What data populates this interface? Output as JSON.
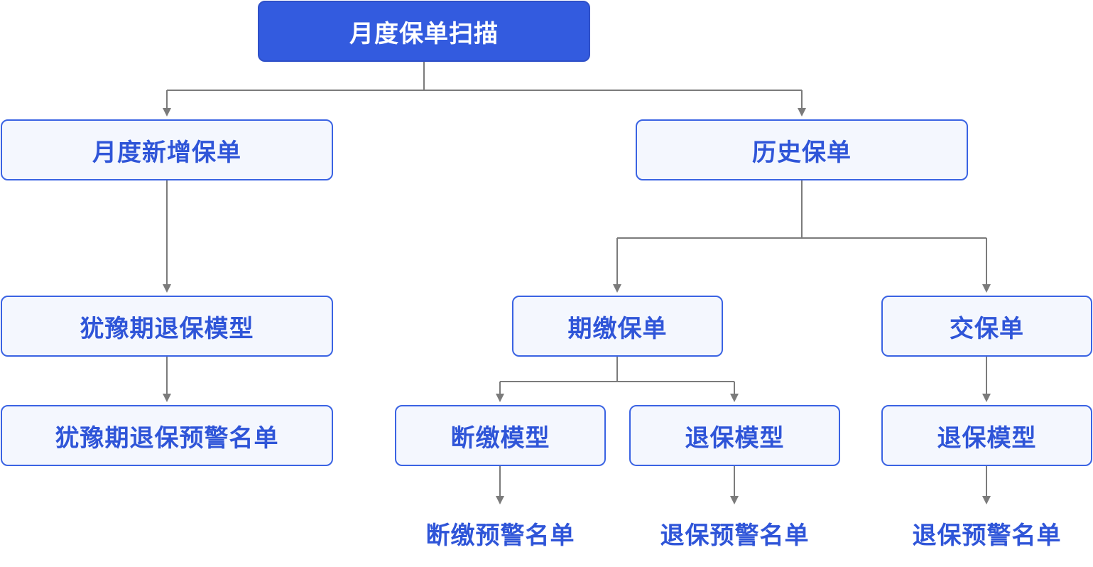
{
  "colors": {
    "primary_fill": "#335bdf",
    "node_fill": "#f4f7fe",
    "node_border": "#3a63e3",
    "node_text": "#2f55d8",
    "connector": "#7b7b7b"
  },
  "diagram": {
    "root": "月度保单扫描",
    "new_policy": "月度新增保单",
    "history_policy": "历史保单",
    "cooling_model": "犹豫期退保模型",
    "cooling_list": "犹豫期退保预警名单",
    "installment_policy": "期缴保单",
    "single_policy": "交保单",
    "lapse_model": "断缴模型",
    "surrender_model_installment": "退保模型",
    "surrender_model_single": "退保模型",
    "lapse_list": "断缴预警名单",
    "surrender_list_installment": "退保预警名单",
    "surrender_list_single": "退保预警名单"
  }
}
